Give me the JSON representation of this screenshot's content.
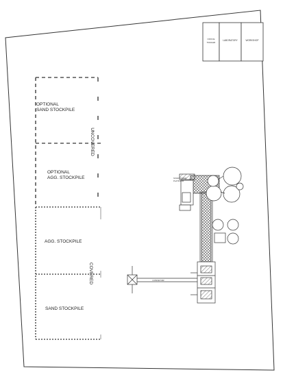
{
  "site_plan": {
    "areas": {
      "optional_sand_line1": "OPTIONAL",
      "optional_sand_line2": "SAND STOCKPILE",
      "optional_agg_line1": "OPTIONAL",
      "optional_agg_line2": "AGG. STOCKPILE",
      "agg_stockpile": "AGG. STOCKPILE",
      "sand_stockpile": "SAND STOCKPILE",
      "uncovered": "UNCOVERED",
      "covered": "COVERED"
    },
    "buildings": {
      "office_line1": "OFFICE",
      "office_line2": "TRAILER",
      "laboratory": "LABORATORY",
      "workshop": "WORKSHOP"
    },
    "equipment": {
      "conveyor": "CONVEYOR",
      "stair_tower_line1": "STAIR TOWER",
      "stair_tower_line2": "PLATFORM"
    },
    "colors": {
      "line": "#333333",
      "dash": "#555555",
      "hatch": "#777777"
    }
  }
}
